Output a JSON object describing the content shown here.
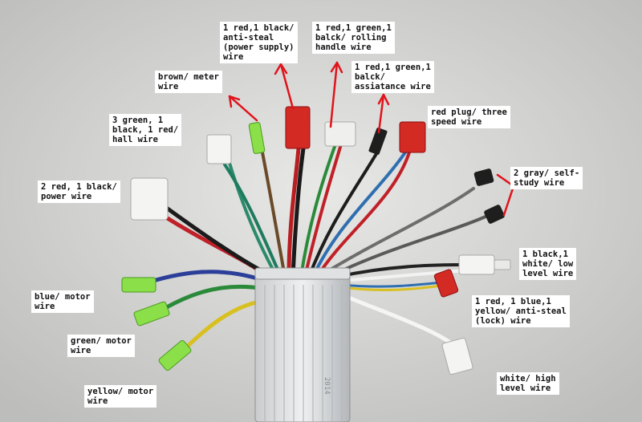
{
  "labels": {
    "power_supply": "1 red,1 black/\nanti-steal\n(power supply)\nwire",
    "rolling_handle": "1 red,1 green,1\nbalck/ rolling\nhandle wire",
    "meter": "brown/ meter\nwire",
    "assistance": "1 red,1 green,1\nbalck/\nassiatance wire",
    "hall": "3 green, 1\nblack, 1 red/\nhall wire",
    "three_speed": "red plug/ three\nspeed wire",
    "power": "2 red, 1 black/\npower wire",
    "self_study": "2 gray/ self-\nstudy wire",
    "low_level": "1 black,1\nwhite/ low\nlevel wire",
    "blue_motor": "blue/ motor\nwire",
    "anti_steal_lock": "1 red, 1 blue,1\nyellow/ anti-steal\n(lock) wire",
    "green_motor": "green/ motor\nwire",
    "yellow_motor": "yellow/ motor\nwire",
    "high_level": "white/ high\nlevel wire"
  },
  "controller_marking": "2014"
}
